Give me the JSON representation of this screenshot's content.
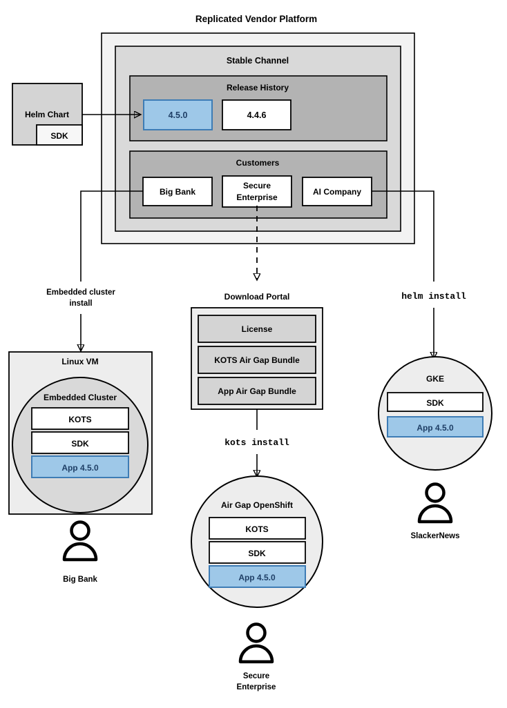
{
  "diagram": {
    "title": "Replicated Vendor Platform",
    "colors": {
      "app_blue_fill": "#9ec8e8",
      "app_blue_border": "#3d7cb5",
      "outer_panel": "#f2f2f2",
      "channel_panel": "#d9d9d9",
      "inner_panel": "#b3b3b3",
      "light_gray": "#ededed",
      "mid_gray": "#d4d4d4",
      "stroke": "#000000"
    }
  },
  "helm_chart": {
    "label": "Helm Chart",
    "sdk_label": "SDK"
  },
  "platform": {
    "stable_channel": {
      "title": "Stable Channel",
      "release_history": {
        "title": "Release History",
        "releases": [
          {
            "version": "4.5.0",
            "highlighted": true
          },
          {
            "version": "4.4.6",
            "highlighted": false
          }
        ]
      },
      "customers": {
        "title": "Customers",
        "items": [
          {
            "name": "Big Bank"
          },
          {
            "name": "Secure",
            "name2": "Enterprise"
          },
          {
            "name": "AI Company"
          }
        ]
      }
    }
  },
  "flows": {
    "embedded_cluster_install": {
      "line1": "Embedded cluster",
      "line2": "install"
    },
    "kots_install": "kots install",
    "helm_install": "helm install"
  },
  "download_portal": {
    "title": "Download Portal",
    "artifacts": [
      {
        "label": "License"
      },
      {
        "label": "KOTS Air Gap Bundle"
      },
      {
        "label": "App Air Gap Bundle"
      }
    ]
  },
  "targets": {
    "linux_vm": {
      "title": "Linux VM",
      "cluster_title": "Embedded Cluster",
      "components": [
        {
          "label": "KOTS",
          "highlighted": false
        },
        {
          "label": "SDK",
          "highlighted": false
        },
        {
          "label": "App 4.5.0",
          "highlighted": true
        }
      ],
      "user": "Big Bank"
    },
    "air_gap_openshift": {
      "title": "Air Gap OpenShift",
      "components": [
        {
          "label": "KOTS",
          "highlighted": false
        },
        {
          "label": "SDK",
          "highlighted": false
        },
        {
          "label": "App 4.5.0",
          "highlighted": true
        }
      ],
      "user_line1": "Secure",
      "user_line2": "Enterprise"
    },
    "gke": {
      "title": "GKE",
      "components": [
        {
          "label": "SDK",
          "highlighted": false
        },
        {
          "label": "App 4.5.0",
          "highlighted": true
        }
      ],
      "user": "SlackerNews"
    }
  }
}
